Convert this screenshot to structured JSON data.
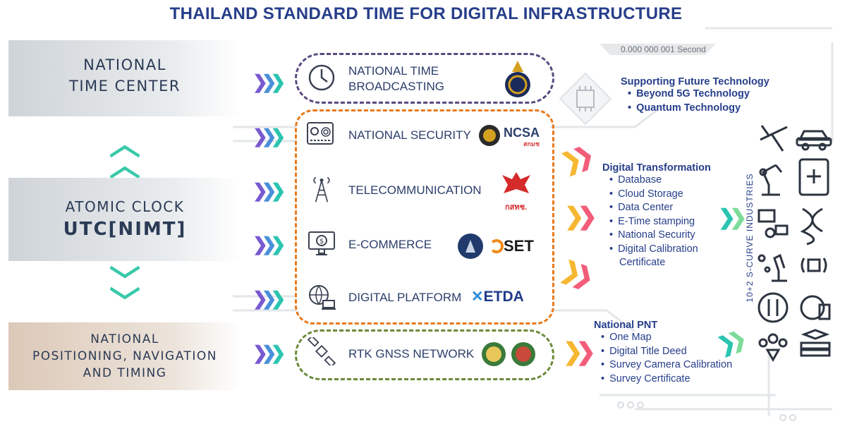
{
  "title": "THAILAND STANDARD TIME FOR DIGITAL INFRASTRUCTURE",
  "precision": "0.000 000 001 Second",
  "left": {
    "ntc": [
      "NATIONAL",
      "TIME CENTER"
    ],
    "atomic": [
      "ATOMIC CLOCK",
      "UTC[NIMT]"
    ],
    "pnt": [
      "NATIONAL",
      "POSITIONING, NAVIGATION",
      "AND TIMING"
    ]
  },
  "services": {
    "broadcasting": [
      "NATIONAL TIME",
      "BROADCASTING"
    ],
    "security": "NATIONAL SECURITY",
    "telecom": "TELECOMMUNICATION",
    "ecommerce": "E-COMMERCE",
    "platform": "DIGITAL PLATFORM",
    "rtk": "RTK GNSS NETWORK"
  },
  "logos": {
    "ncsa": "NCSA",
    "ncsa_sub": "สกมช",
    "nbtc": "กสทช.",
    "set": "SET",
    "etda": "ETDA"
  },
  "future": {
    "heading": "Supporting Future Technology",
    "items": [
      "Beyond 5G Technology",
      "Quantum Technology"
    ]
  },
  "transformation": {
    "heading": "Digital Transformation",
    "items": [
      "Database",
      "Cloud Storage",
      "Data Center",
      "E-Time stamping",
      "National Security",
      "Digital Calibration"
    ],
    "continuation": "Certificate"
  },
  "pnt_uses": {
    "heading": "National PNT",
    "items": [
      "One Map",
      "Digital Title Deed",
      "Survey Camera Calibration",
      "Survey Certificate"
    ]
  },
  "industries_label": "10+2 S-CURVE INDUSTRIES",
  "icons": [
    "airplane-icon",
    "car-icon",
    "robot-arm-icon",
    "medical-clipboard-icon",
    "computer-network-icon",
    "dna-icon",
    "microscope-icon",
    "chip-signal-icon",
    "food-icon",
    "globe-tourism-icon",
    "people-shield-icon",
    "education-books-icon"
  ],
  "colors": {
    "title": "#263e8a",
    "purple_dash": "#5a4a80",
    "orange_dash": "#e87a1e",
    "green_dash": "#6b8a3a",
    "teal": "#38c9a9"
  }
}
